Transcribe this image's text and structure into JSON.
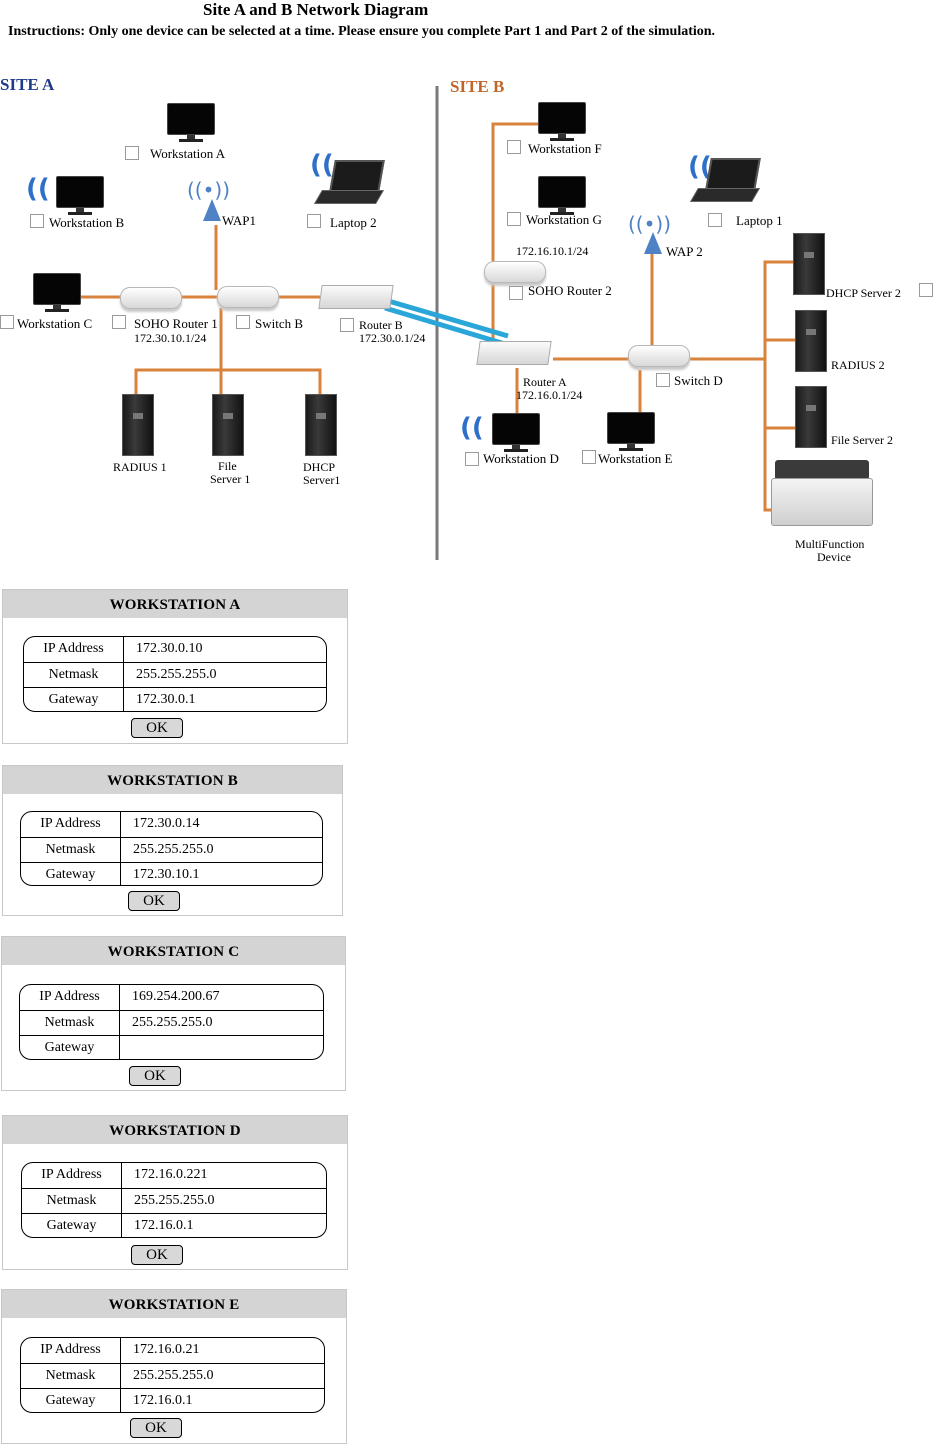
{
  "header": {
    "title": "Site A and B Network Diagram",
    "instructions": "Instructions: Only one device can be selected at a time. Please ensure you complete Part 1 and Part 2 of the simulation."
  },
  "site_a": {
    "label": "SITE A",
    "devices": {
      "workstation_a": "Workstation A",
      "workstation_b": "Workstation B",
      "workstation_c": "Workstation C",
      "wap1": "WAP1",
      "laptop2": "Laptop 2",
      "soho_router1": "SOHO Router 1",
      "soho_router1_ip": "172.30.10.1/24",
      "switch_b": "Switch B",
      "router_b": "Router B",
      "router_b_ip": "172.30.0.1/24",
      "radius1": "RADIUS 1",
      "file_server1_l1": "File",
      "file_server1_l2": "Server 1",
      "dhcp_server1_l1": "DHCP",
      "dhcp_server1_l2": "Server1"
    }
  },
  "site_b": {
    "label": "SITE B",
    "devices": {
      "workstation_f": "Workstation F",
      "workstation_g": "Workstation G",
      "laptop1": "Laptop 1",
      "wap2": "WAP 2",
      "soho_router2_ip": "172.16.10.1/24",
      "soho_router2": "SOHO Router 2",
      "dhcp_server2": "DHCP Server 2",
      "radius2": "RADIUS 2",
      "file_server2": "File Server 2",
      "router_a": "Router A",
      "router_a_ip": "172.16.0.1/24",
      "switch_d": "Switch D",
      "workstation_d": "Workstation D",
      "workstation_e": "Workstation E",
      "mfd_l1": "MultiFunction",
      "mfd_l2": "Device"
    }
  },
  "field_labels": {
    "ip": "IP Address",
    "netmask": "Netmask",
    "gateway": "Gateway",
    "ok": "OK"
  },
  "workstations": [
    {
      "title": "WORKSTATION A",
      "ip": "172.30.0.10",
      "netmask": "255.255.255.0",
      "gateway": "172.30.0.1"
    },
    {
      "title": "WORKSTATION B",
      "ip": "172.30.0.14",
      "netmask": "255.255.255.0",
      "gateway": "172.30.10.1"
    },
    {
      "title": "WORKSTATION C",
      "ip": "169.254.200.67",
      "netmask": "255.255.255.0",
      "gateway": ""
    },
    {
      "title": "WORKSTATION D",
      "ip": "172.16.0.221",
      "netmask": "255.255.255.0",
      "gateway": "172.16.0.1"
    },
    {
      "title": "WORKSTATION E",
      "ip": "172.16.0.21",
      "netmask": "255.255.255.0",
      "gateway": "172.16.0.1"
    }
  ],
  "colors": {
    "site_a_label": "#1f3b8c",
    "site_b_label": "#c0662a",
    "cable": "#d9823b",
    "wan_link": "#2aa7d8",
    "wifi_icon": "#2e6fc7",
    "panel_header": "#d4d4d4"
  }
}
